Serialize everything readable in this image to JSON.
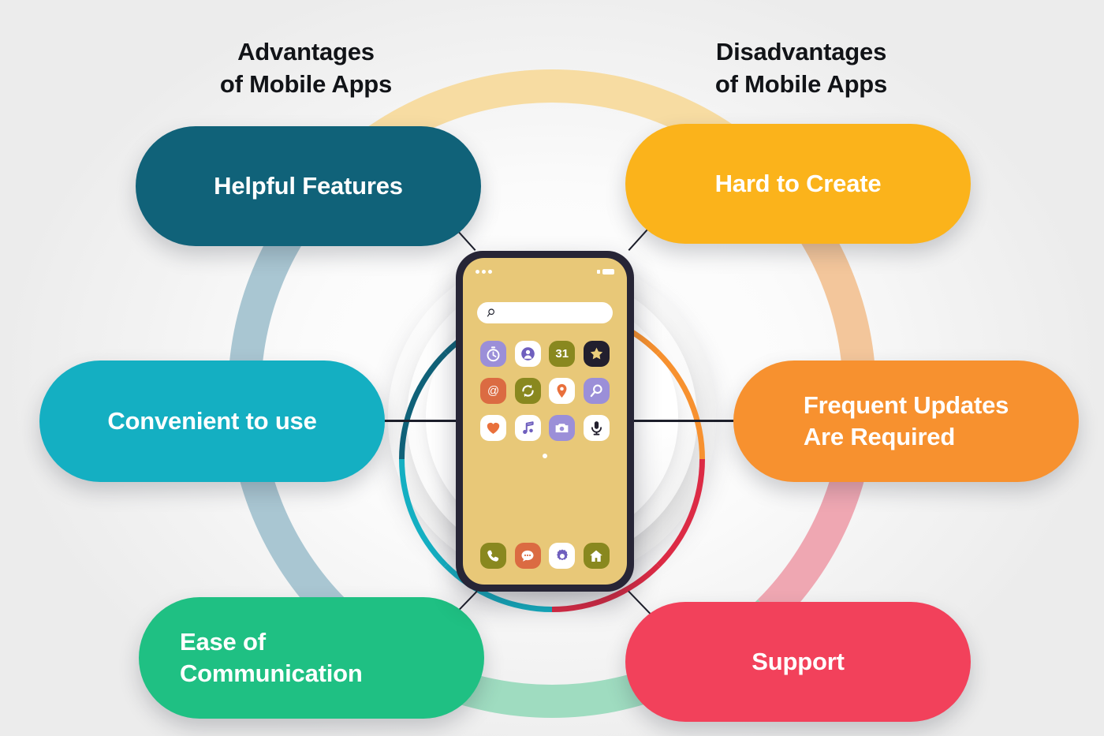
{
  "headings": {
    "left": "Advantages\nof Mobile Apps",
    "right": "Disadvantages\nof Mobile Apps"
  },
  "advantages": [
    {
      "id": "helpful",
      "label": "Helpful Features",
      "color": "#106279"
    },
    {
      "id": "convenient",
      "label": "Convenient to use",
      "color": "#14AFC2"
    },
    {
      "id": "ease",
      "label": "Ease of\nCommunication",
      "color": "#1FC083"
    }
  ],
  "disadvantages": [
    {
      "id": "hard",
      "label": "Hard to Create",
      "color": "#FBB31B"
    },
    {
      "id": "frequent",
      "label": "Frequent Updates\nAre Required",
      "color": "#F7912F"
    },
    {
      "id": "support",
      "label": "Support",
      "color": "#F2415B"
    }
  ],
  "ring": {
    "top_band_color": "#F7DCA2",
    "left_band_color": "#A9C6D2",
    "bottom_band_color": "#9FDCC0",
    "right_upper_band_color": "#F3C69B",
    "right_lower_band_color": "#EFA7B2",
    "quadrant_top_left": "#106279",
    "quadrant_bottom_left": "#14AFC2",
    "quadrant_top_right": "#F7912F",
    "quadrant_bottom_right": "#DC2B45"
  },
  "phone": {
    "frame_color": "#272536",
    "screen_color": "#E8C878",
    "statusbar": {
      "left_indicator": "dots-indicator",
      "right_indicator": "battery-indicator"
    },
    "search": {
      "placeholder": "",
      "icon": "search-icon"
    },
    "apps": [
      {
        "name": "timer-icon",
        "bg": "#9B8FD8",
        "fg": "#ffffff"
      },
      {
        "name": "contacts-icon",
        "bg": "#ffffff",
        "fg": "#6F5FBE"
      },
      {
        "name": "calendar-icon",
        "bg": "#89881F",
        "fg": "#ffffff",
        "text": "31"
      },
      {
        "name": "star-icon",
        "bg": "#221F2E",
        "fg": "#EBCE7C"
      },
      {
        "name": "email-icon",
        "bg": "#DB6B42",
        "fg": "#ffffff"
      },
      {
        "name": "sync-icon",
        "bg": "#89881F",
        "fg": "#ffffff"
      },
      {
        "name": "location-icon",
        "bg": "#ffffff",
        "fg": "#E9703C"
      },
      {
        "name": "search-app-icon",
        "bg": "#9B8FD8",
        "fg": "#ffffff"
      },
      {
        "name": "heart-icon",
        "bg": "#ffffff",
        "fg": "#E9703C"
      },
      {
        "name": "music-icon",
        "bg": "#ffffff",
        "fg": "#6F5FBE"
      },
      {
        "name": "camera-icon",
        "bg": "#9B8FD8",
        "fg": "#ffffff"
      },
      {
        "name": "microphone-icon",
        "bg": "#ffffff",
        "fg": "#221F2E"
      }
    ],
    "dock": [
      {
        "name": "phone-icon",
        "bg": "#89881F",
        "fg": "#ffffff"
      },
      {
        "name": "message-icon",
        "bg": "#DB6B42",
        "fg": "#ffffff"
      },
      {
        "name": "settings-icon",
        "bg": "#ffffff",
        "fg": "#6F5FBE"
      },
      {
        "name": "home-icon",
        "bg": "#89881F",
        "fg": "#ffffff"
      }
    ],
    "page_indicator": "page-dot"
  }
}
